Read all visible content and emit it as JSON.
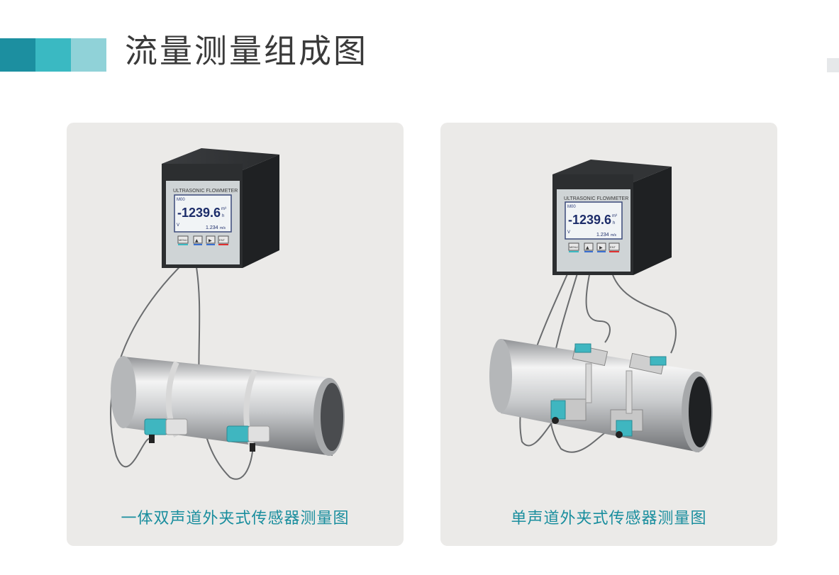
{
  "header": {
    "title": "流量测量组成图"
  },
  "colors": {
    "block1": "#1c8fa0",
    "block2": "#3ab9c2",
    "block3": "#90d2d8",
    "caption": "#1a8e9e",
    "panel": "#ebeae8"
  },
  "device": {
    "brand": "ULTRASONIC FLOWMETER",
    "tag": "M00",
    "flow": "-1239.6",
    "unit_top": "m³",
    "unit_bottom": "h",
    "velocity": "1.234",
    "velocity_unit": "m/s",
    "v_marker": "V",
    "keys": [
      "MENU",
      "▲",
      "▶",
      "ENT"
    ]
  },
  "panels": [
    {
      "caption": "一体双声道外夹式传感器测量图"
    },
    {
      "caption": "单声道外夹式传感器测量图"
    }
  ]
}
